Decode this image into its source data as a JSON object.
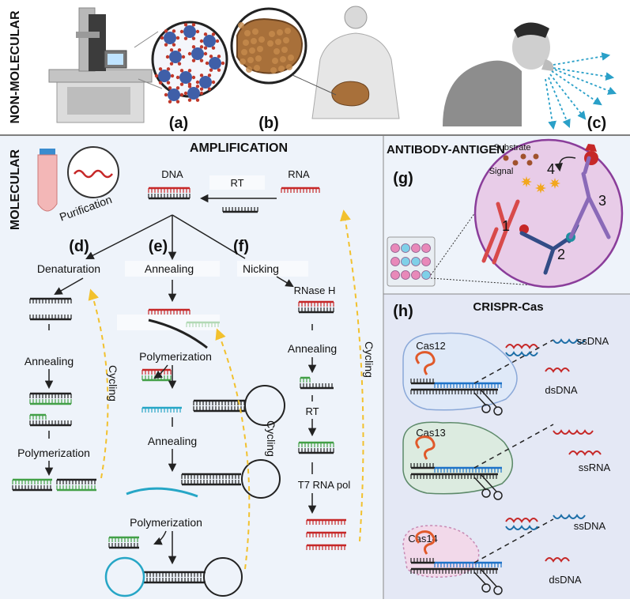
{
  "sections": {
    "non_molecular": "NON-MOLECULAR",
    "molecular": "MOLECULAR"
  },
  "panel_labels": {
    "a": "(a)",
    "b": "(b)",
    "c": "(c)",
    "d": "(d)",
    "e": "(e)",
    "f": "(f)",
    "g": "(g)",
    "h": "(h)"
  },
  "amplification": {
    "title": "AMPLIFICATION",
    "purification": "Purification",
    "dna": "DNA",
    "rna": "RNA",
    "rt": "RT",
    "d": {
      "denaturation": "Denaturation",
      "annealing": "Annealing",
      "polymerization": "Polymerization",
      "cycling": "Cycling"
    },
    "e": {
      "annealing": "Annealing",
      "polymerization_1": "Polymerization",
      "annealing_2": "Annealing",
      "polymerization_2": "Polymerization",
      "cycling": "Cycling"
    },
    "f": {
      "nicking": "Nicking",
      "rnase_h": "RNase H",
      "annealing": "Annealing",
      "rt": "RT",
      "t7": "T7 RNA pol",
      "cycling": "Cycling"
    }
  },
  "antibody": {
    "title": "ANTIBODY-ANTIGEN",
    "substrate": "Substrate",
    "signal": "Signal",
    "n1": "1",
    "n2": "2",
    "n3": "3",
    "n4": "4"
  },
  "crispr": {
    "title": "CRISPR-Cas",
    "cas12": "Cas12",
    "cas13": "Cas13",
    "cas14": "Cas14",
    "ssdna_1": "ssDNA",
    "dsdna_1": "dsDNA",
    "ssrna": "ssRNA",
    "ssdna_2": "ssDNA",
    "dsdna_2": "dsDNA"
  },
  "colors": {
    "dna_red": "#c62828",
    "dna_black": "#222222",
    "dna_green": "#43a047",
    "dna_cyan": "#26a6c6",
    "dna_blue": "#1e73c8",
    "cycling_arrow": "#f2c12e",
    "panel_bg": "#eef3fa",
    "crispr_bg": "#e6e9f6",
    "lens_bg": "#e8cce8"
  }
}
